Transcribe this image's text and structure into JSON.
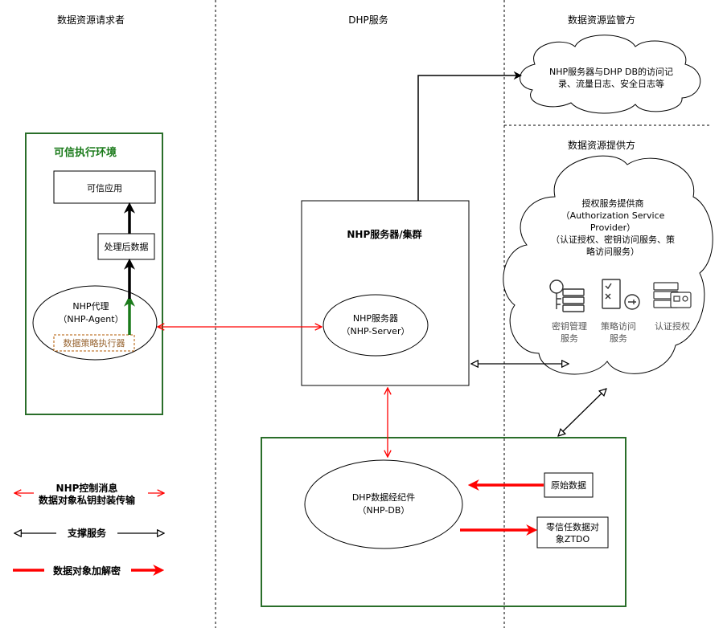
{
  "columns": {
    "requester": "数据资源请求者",
    "dhp": "DHP服务",
    "supervisor": "数据资源监管方",
    "provider": "数据资源提供方"
  },
  "trusted_env": {
    "title": "可信执行环境",
    "app": "可信应用",
    "processed": "处理后数据",
    "agent_line1": "NHP代理",
    "agent_line2": "（NHP-Agent）",
    "executor": "数据策略执行器"
  },
  "server_cluster": {
    "title": "NHP服务器/集群",
    "server_line1": "NHP服务器",
    "server_line2": "（NHP-Server）"
  },
  "supervisor_cloud": {
    "line1": "NHP服务器与DHP DB的访问记",
    "line2": "录、流量日志、安全日志等"
  },
  "provider_cloud": {
    "line1": "授权服务提供商",
    "line2": "（Authorization Service",
    "line3": "Provider）",
    "line4": "（认证授权、密钥访问服务、策",
    "line5": "略访问服务）",
    "icons": [
      {
        "icon": "key-server-icon",
        "line1": "密钥管理",
        "line2": "服务"
      },
      {
        "icon": "policy-checklist-icon",
        "line1": "策略访问",
        "line2": "服务"
      },
      {
        "icon": "auth-card-icon",
        "line1": "认证授权",
        "line2": ""
      }
    ]
  },
  "dhp_db": {
    "line1": "DHP数据经纪件",
    "line2": "（NHP-DB）",
    "raw": "原始数据",
    "ztdo_line1": "零信任数据对",
    "ztdo_line2": "象ZTDO"
  },
  "legend": {
    "nhp_line1": "NHP控制消息",
    "nhp_line2": "数据对象私钥封装传输",
    "support": "支撑服务",
    "crypto": "数据对象加解密"
  },
  "colors": {
    "green_border": "#2a6e2a",
    "green_title": "#1a7a1a",
    "red": "#ff0000",
    "executor_border": "#b35900",
    "executor_text": "#996633",
    "gray_text": "#555555"
  }
}
